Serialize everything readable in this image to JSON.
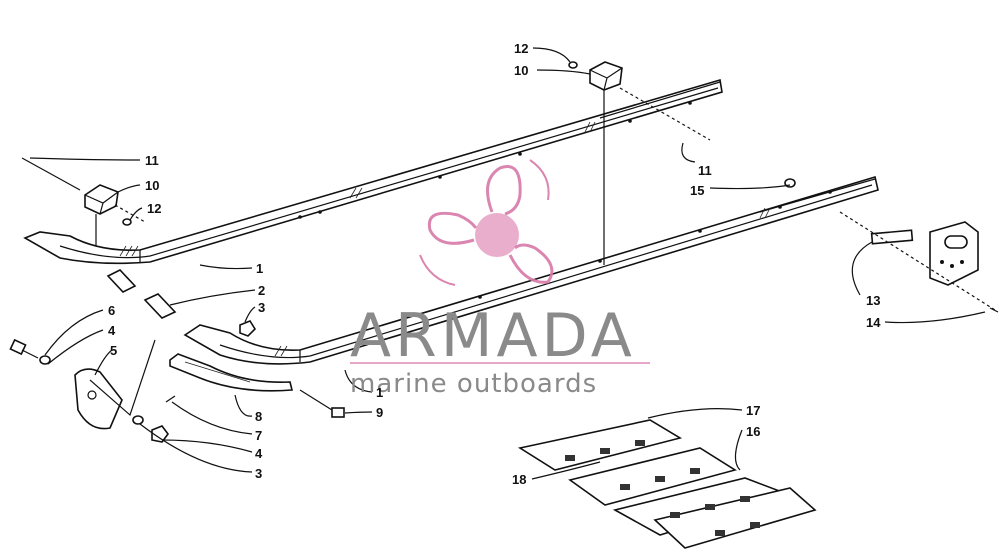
{
  "diagram": {
    "callouts": [
      {
        "id": "c1a",
        "label": "1"
      },
      {
        "id": "c1b",
        "label": "1"
      },
      {
        "id": "c2",
        "label": "2"
      },
      {
        "id": "c3a",
        "label": "3"
      },
      {
        "id": "c3b",
        "label": "3"
      },
      {
        "id": "c4a",
        "label": "4"
      },
      {
        "id": "c4b",
        "label": "4"
      },
      {
        "id": "c5",
        "label": "5"
      },
      {
        "id": "c6",
        "label": "6"
      },
      {
        "id": "c7",
        "label": "7"
      },
      {
        "id": "c8",
        "label": "8"
      },
      {
        "id": "c9",
        "label": "9"
      },
      {
        "id": "c10a",
        "label": "10"
      },
      {
        "id": "c10b",
        "label": "10"
      },
      {
        "id": "c11a",
        "label": "11"
      },
      {
        "id": "c11b",
        "label": "11"
      },
      {
        "id": "c12a",
        "label": "12"
      },
      {
        "id": "c12b",
        "label": "12"
      },
      {
        "id": "c13",
        "label": "13"
      },
      {
        "id": "c14",
        "label": "14"
      },
      {
        "id": "c15",
        "label": "15"
      },
      {
        "id": "c16",
        "label": "16"
      },
      {
        "id": "c17",
        "label": "17"
      },
      {
        "id": "c18",
        "label": "18"
      }
    ]
  },
  "watermark": {
    "title": "ARMADA",
    "subtitle": "marine outboards",
    "logo_color": "#e8a6c8",
    "logo_stroke": "#d77aa8",
    "text_color": "#8a8a8a"
  }
}
